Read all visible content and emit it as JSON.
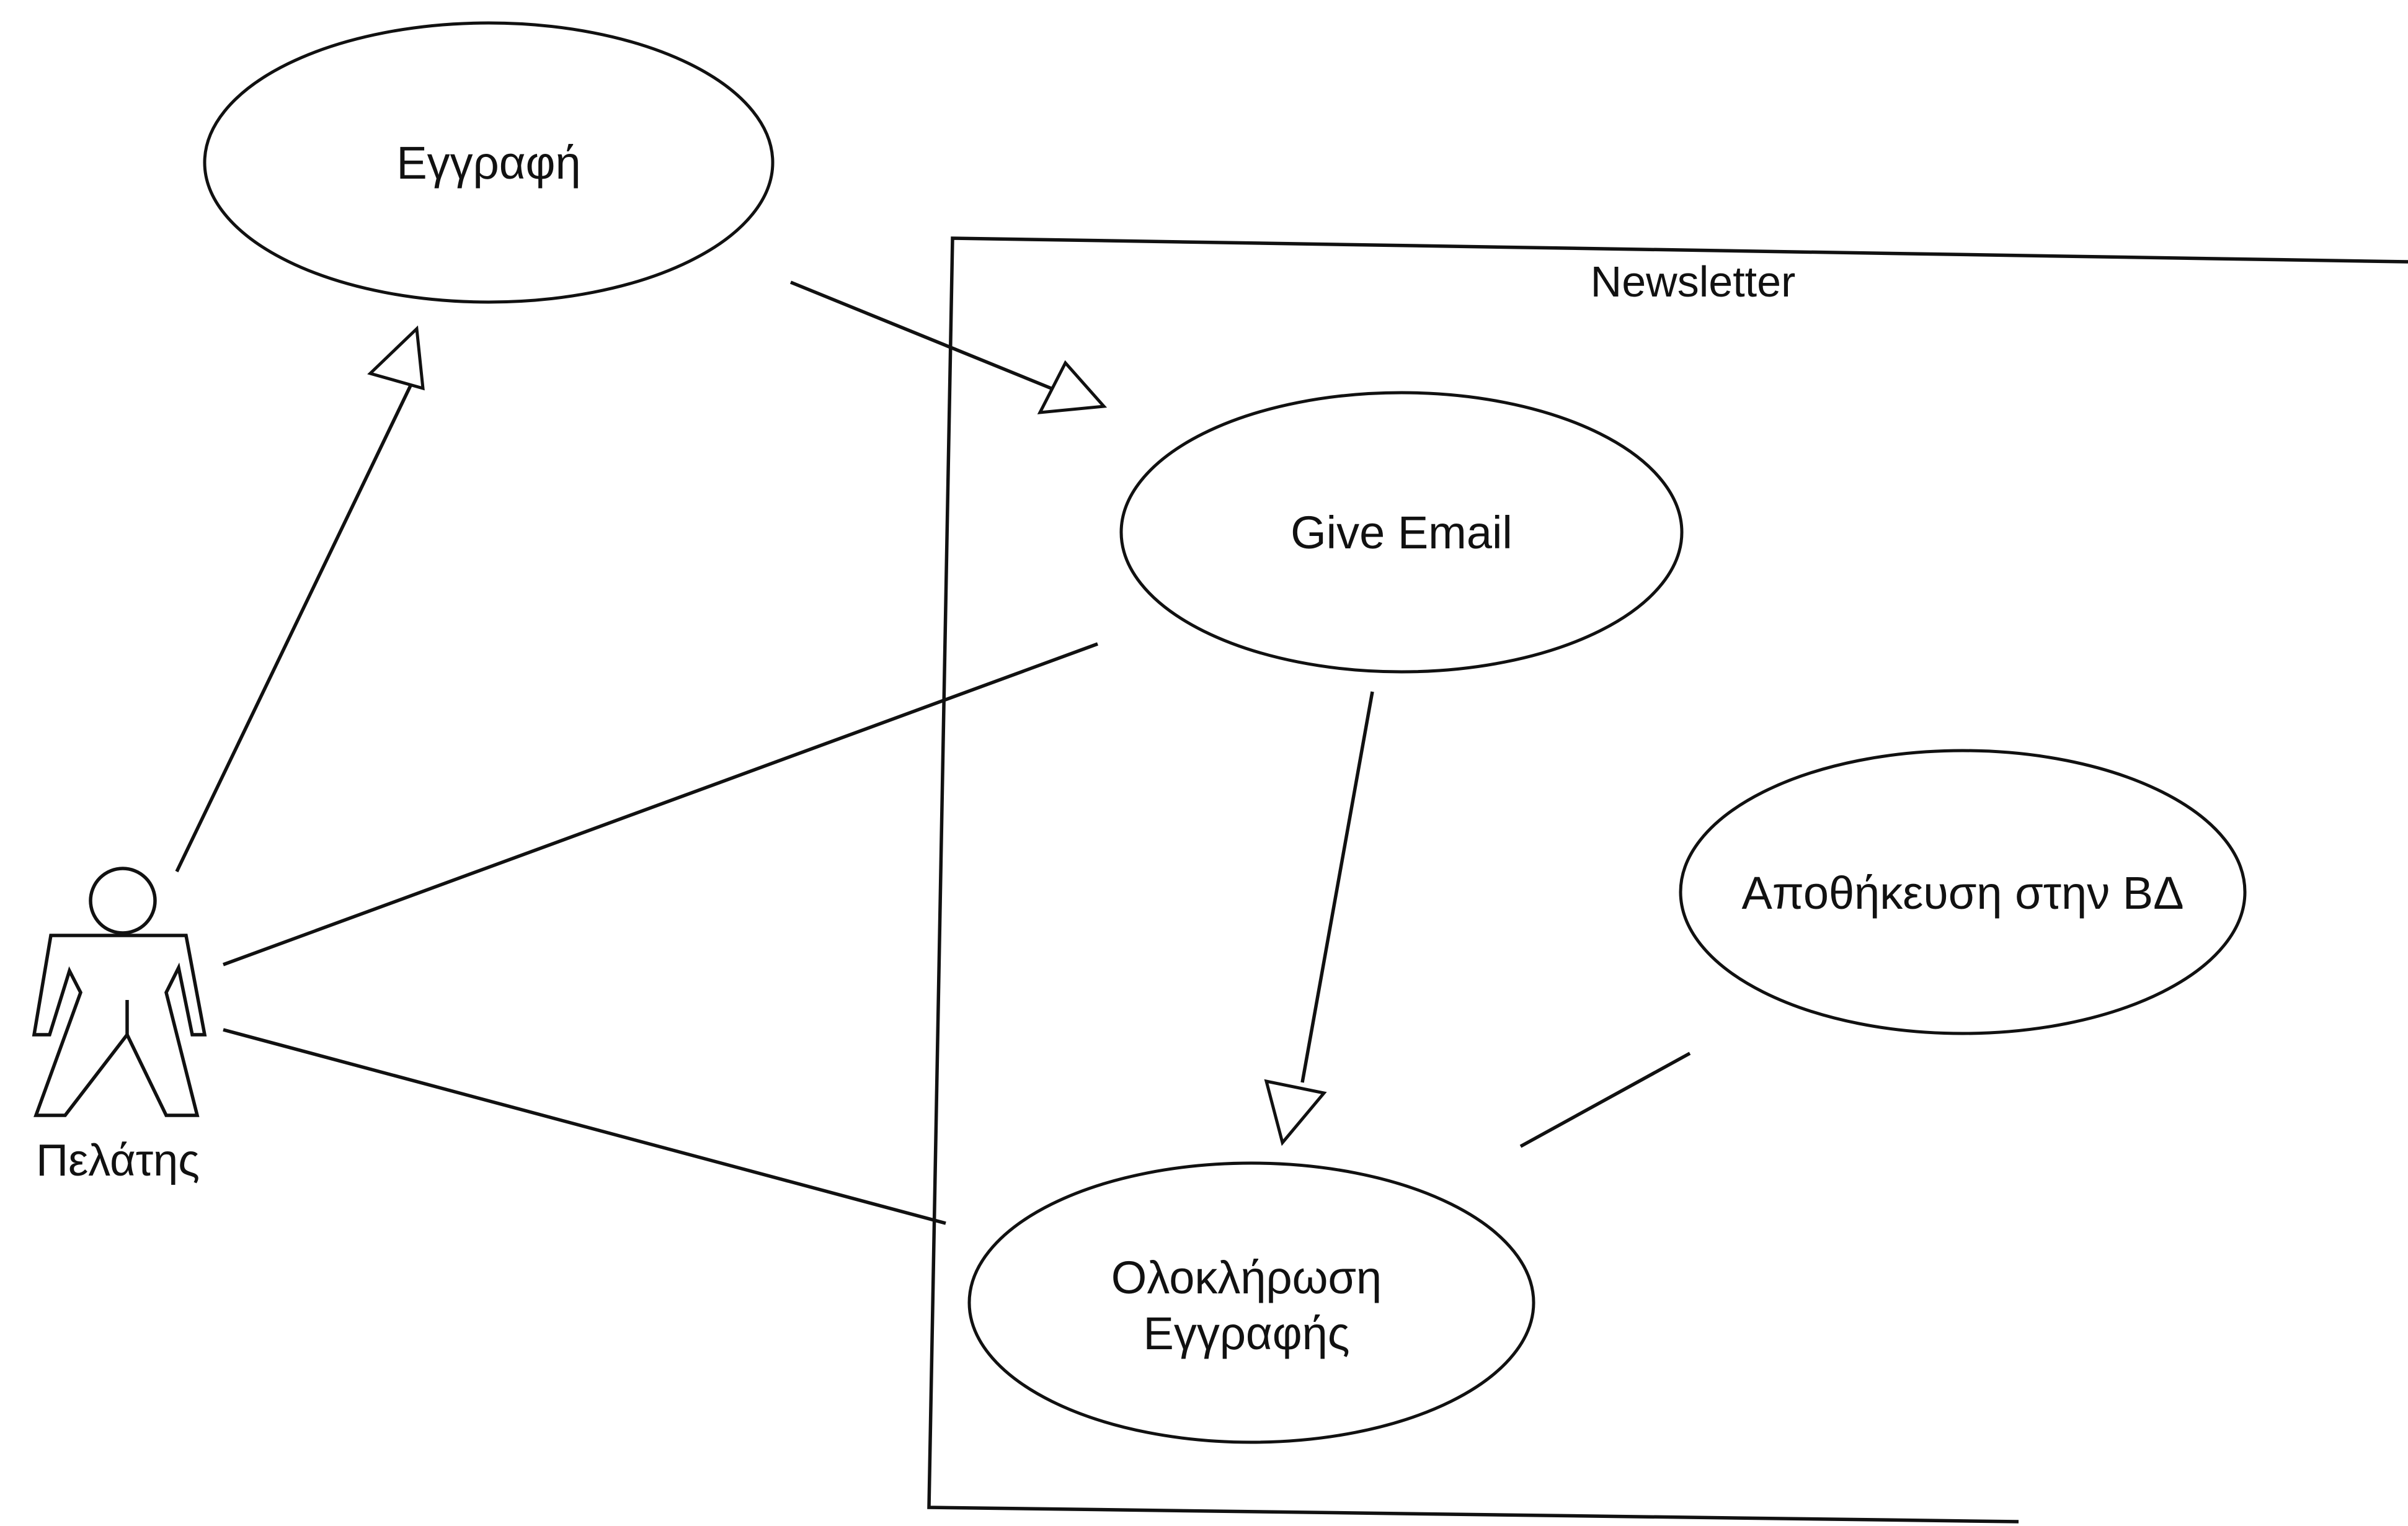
{
  "diagram": {
    "type": "use-case",
    "system_boundary": {
      "title": "Newsletter"
    },
    "actor": {
      "label": "Πελάτης"
    },
    "use_cases": {
      "registration": {
        "label": "Εγγραφή"
      },
      "give_email": {
        "label": "Give Email"
      },
      "complete_registration": {
        "line1": "Ολοκλήρωση",
        "line2": "Εγγραφής"
      },
      "save_db": {
        "label": "Αποθήκευση στην ΒΔ"
      }
    },
    "relationships": [
      {
        "from": "Πελάτης",
        "to": "Εγγραφή",
        "kind": "generalization"
      },
      {
        "from": "Εγγραφή",
        "to": "Give Email",
        "kind": "generalization"
      },
      {
        "from": "Give Email",
        "to": "Ολοκλήρωση Εγγραφής",
        "kind": "generalization"
      },
      {
        "from": "Πελάτης",
        "to": "Give Email",
        "kind": "association"
      },
      {
        "from": "Πελάτης",
        "to": "Ολοκλήρωση Εγγραφής",
        "kind": "association"
      },
      {
        "from": "Ολοκλήρωση Εγγραφής",
        "to": "Αποθήκευση στην ΒΔ",
        "kind": "association"
      }
    ]
  }
}
